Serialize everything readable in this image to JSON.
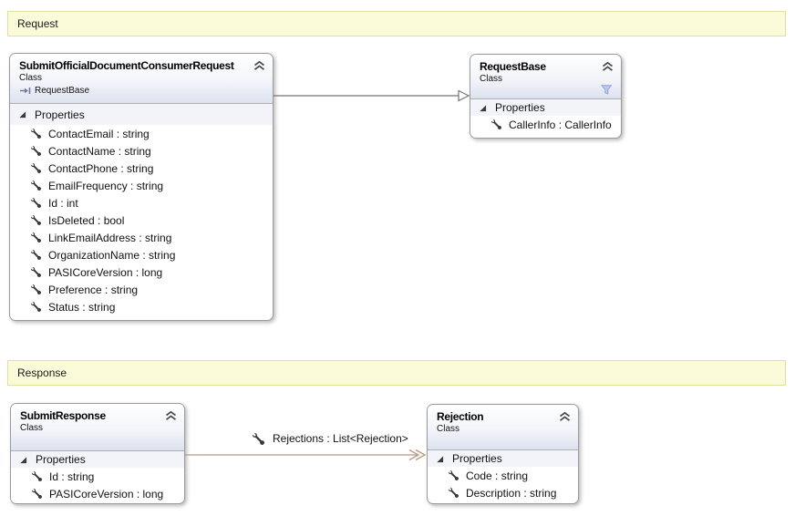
{
  "groups": {
    "request": {
      "label": "Request"
    },
    "response": {
      "label": "Response"
    }
  },
  "classes": {
    "submit_request": {
      "title": "SubmitOfficialDocumentConsumerRequest",
      "kind": "Class",
      "base_type": "RequestBase",
      "compartment_label": "Properties",
      "properties": [
        "ContactEmail : string",
        "ContactName : string",
        "ContactPhone : string",
        "EmailFrequency : string",
        "Id : int",
        "IsDeleted : bool",
        "LinkEmailAddress : string",
        "OrganizationName : string",
        "PASICoreVersion : long",
        "Preference : string",
        "Status : string"
      ]
    },
    "request_base": {
      "title": "RequestBase",
      "kind": "Class",
      "compartment_label": "Properties",
      "properties": [
        "CallerInfo : CallerInfo"
      ]
    },
    "submit_response": {
      "title": "SubmitResponse",
      "kind": "Class",
      "compartment_label": "Properties",
      "properties": [
        "Id : string",
        "PASICoreVersion : long"
      ]
    },
    "rejection": {
      "title": "Rejection",
      "kind": "Class",
      "compartment_label": "Properties",
      "properties": [
        "Code : string",
        "Description : string"
      ]
    }
  },
  "associations": {
    "rejections": {
      "label": "Rejections : List<Rejection>"
    }
  },
  "colors": {
    "banner_fill": "#fbfbda",
    "banner_border": "#e0e1a0",
    "inheritance_line": "#757575",
    "association_line": "#b99a84",
    "wrench_icon": "#3a3a3a",
    "funnel_icon": "#b9c9ea"
  }
}
